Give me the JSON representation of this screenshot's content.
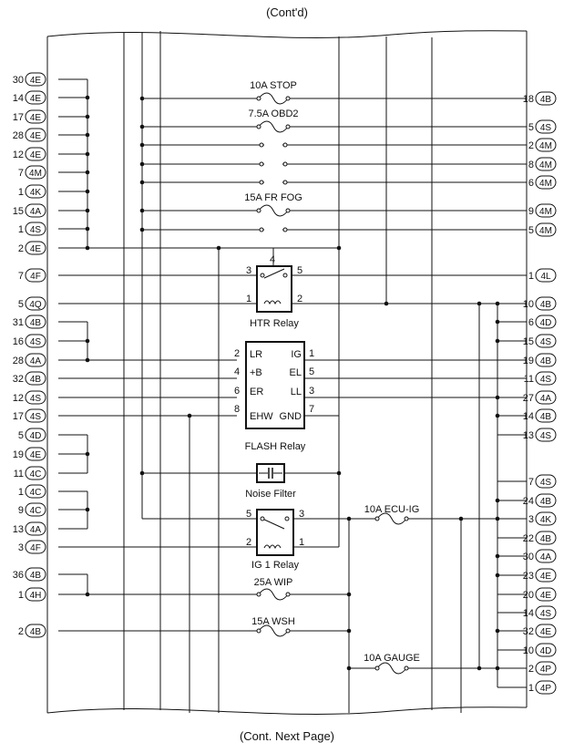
{
  "header": "(Cont'd)",
  "footer": "(Cont. Next Page)",
  "left_connectors": [
    {
      "pin": "30",
      "conn": "4E"
    },
    {
      "pin": "14",
      "conn": "4E"
    },
    {
      "pin": "17",
      "conn": "4E"
    },
    {
      "pin": "28",
      "conn": "4E"
    },
    {
      "pin": "12",
      "conn": "4E"
    },
    {
      "pin": "7",
      "conn": "4M"
    },
    {
      "pin": "1",
      "conn": "4K"
    },
    {
      "pin": "15",
      "conn": "4A"
    },
    {
      "pin": "1",
      "conn": "4S"
    },
    {
      "pin": "2",
      "conn": "4E"
    },
    {
      "pin": "7",
      "conn": "4F"
    },
    {
      "pin": "5",
      "conn": "4Q"
    },
    {
      "pin": "31",
      "conn": "4B"
    },
    {
      "pin": "16",
      "conn": "4S"
    },
    {
      "pin": "28",
      "conn": "4A"
    },
    {
      "pin": "32",
      "conn": "4B"
    },
    {
      "pin": "12",
      "conn": "4S"
    },
    {
      "pin": "17",
      "conn": "4S"
    },
    {
      "pin": "5",
      "conn": "4D"
    },
    {
      "pin": "19",
      "conn": "4E"
    },
    {
      "pin": "11",
      "conn": "4C"
    },
    {
      "pin": "1",
      "conn": "4C"
    },
    {
      "pin": "9",
      "conn": "4C"
    },
    {
      "pin": "13",
      "conn": "4A"
    },
    {
      "pin": "3",
      "conn": "4F"
    },
    {
      "pin": "36",
      "conn": "4B"
    },
    {
      "pin": "1",
      "conn": "4H"
    },
    {
      "pin": "2",
      "conn": "4B"
    }
  ],
  "right_connectors": [
    {
      "pin": "18",
      "conn": "4B"
    },
    {
      "pin": "5",
      "conn": "4S"
    },
    {
      "pin": "2",
      "conn": "4M"
    },
    {
      "pin": "8",
      "conn": "4M"
    },
    {
      "pin": "6",
      "conn": "4M"
    },
    {
      "pin": "9",
      "conn": "4M"
    },
    {
      "pin": "5",
      "conn": "4M"
    },
    {
      "pin": "1",
      "conn": "4L"
    },
    {
      "pin": "10",
      "conn": "4B"
    },
    {
      "pin": "6",
      "conn": "4D"
    },
    {
      "pin": "15",
      "conn": "4S"
    },
    {
      "pin": "19",
      "conn": "4B"
    },
    {
      "pin": "11",
      "conn": "4S"
    },
    {
      "pin": "27",
      "conn": "4A"
    },
    {
      "pin": "14",
      "conn": "4B"
    },
    {
      "pin": "13",
      "conn": "4S"
    },
    {
      "pin": "7",
      "conn": "4S"
    },
    {
      "pin": "24",
      "conn": "4B"
    },
    {
      "pin": "3",
      "conn": "4K"
    },
    {
      "pin": "22",
      "conn": "4B"
    },
    {
      "pin": "30",
      "conn": "4A"
    },
    {
      "pin": "23",
      "conn": "4E"
    },
    {
      "pin": "20",
      "conn": "4E"
    },
    {
      "pin": "14",
      "conn": "4S"
    },
    {
      "pin": "32",
      "conn": "4E"
    },
    {
      "pin": "10",
      "conn": "4D"
    },
    {
      "pin": "2",
      "conn": "4P"
    },
    {
      "pin": "1",
      "conn": "4P"
    }
  ],
  "fuses": [
    {
      "label": "10A STOP"
    },
    {
      "label": "7.5A OBD2"
    },
    {
      "label": "15A FR FOG"
    },
    {
      "label": "10A ECU-IG"
    },
    {
      "label": "25A WIP"
    },
    {
      "label": "15A WSH"
    },
    {
      "label": "10A GAUGE"
    }
  ],
  "htr_relay": {
    "name": "HTR Relay",
    "pins": [
      "4",
      "3",
      "5",
      "1",
      "2"
    ]
  },
  "flash_relay": {
    "name": "FLASH Relay",
    "left_pins": [
      {
        "num": "2",
        "label": "LR"
      },
      {
        "num": "4",
        "label": "+B"
      },
      {
        "num": "6",
        "label": "ER"
      },
      {
        "num": "8",
        "label": "EHW"
      }
    ],
    "right_pins": [
      {
        "num": "1",
        "label": "IG"
      },
      {
        "num": "5",
        "label": "EL"
      },
      {
        "num": "3",
        "label": "LL"
      },
      {
        "num": "7",
        "label": "GND"
      }
    ]
  },
  "noise_filter": {
    "name": "Noise Filter"
  },
  "ig1_relay": {
    "name": "IG 1 Relay",
    "pins": [
      "5",
      "3",
      "2",
      "1"
    ]
  }
}
